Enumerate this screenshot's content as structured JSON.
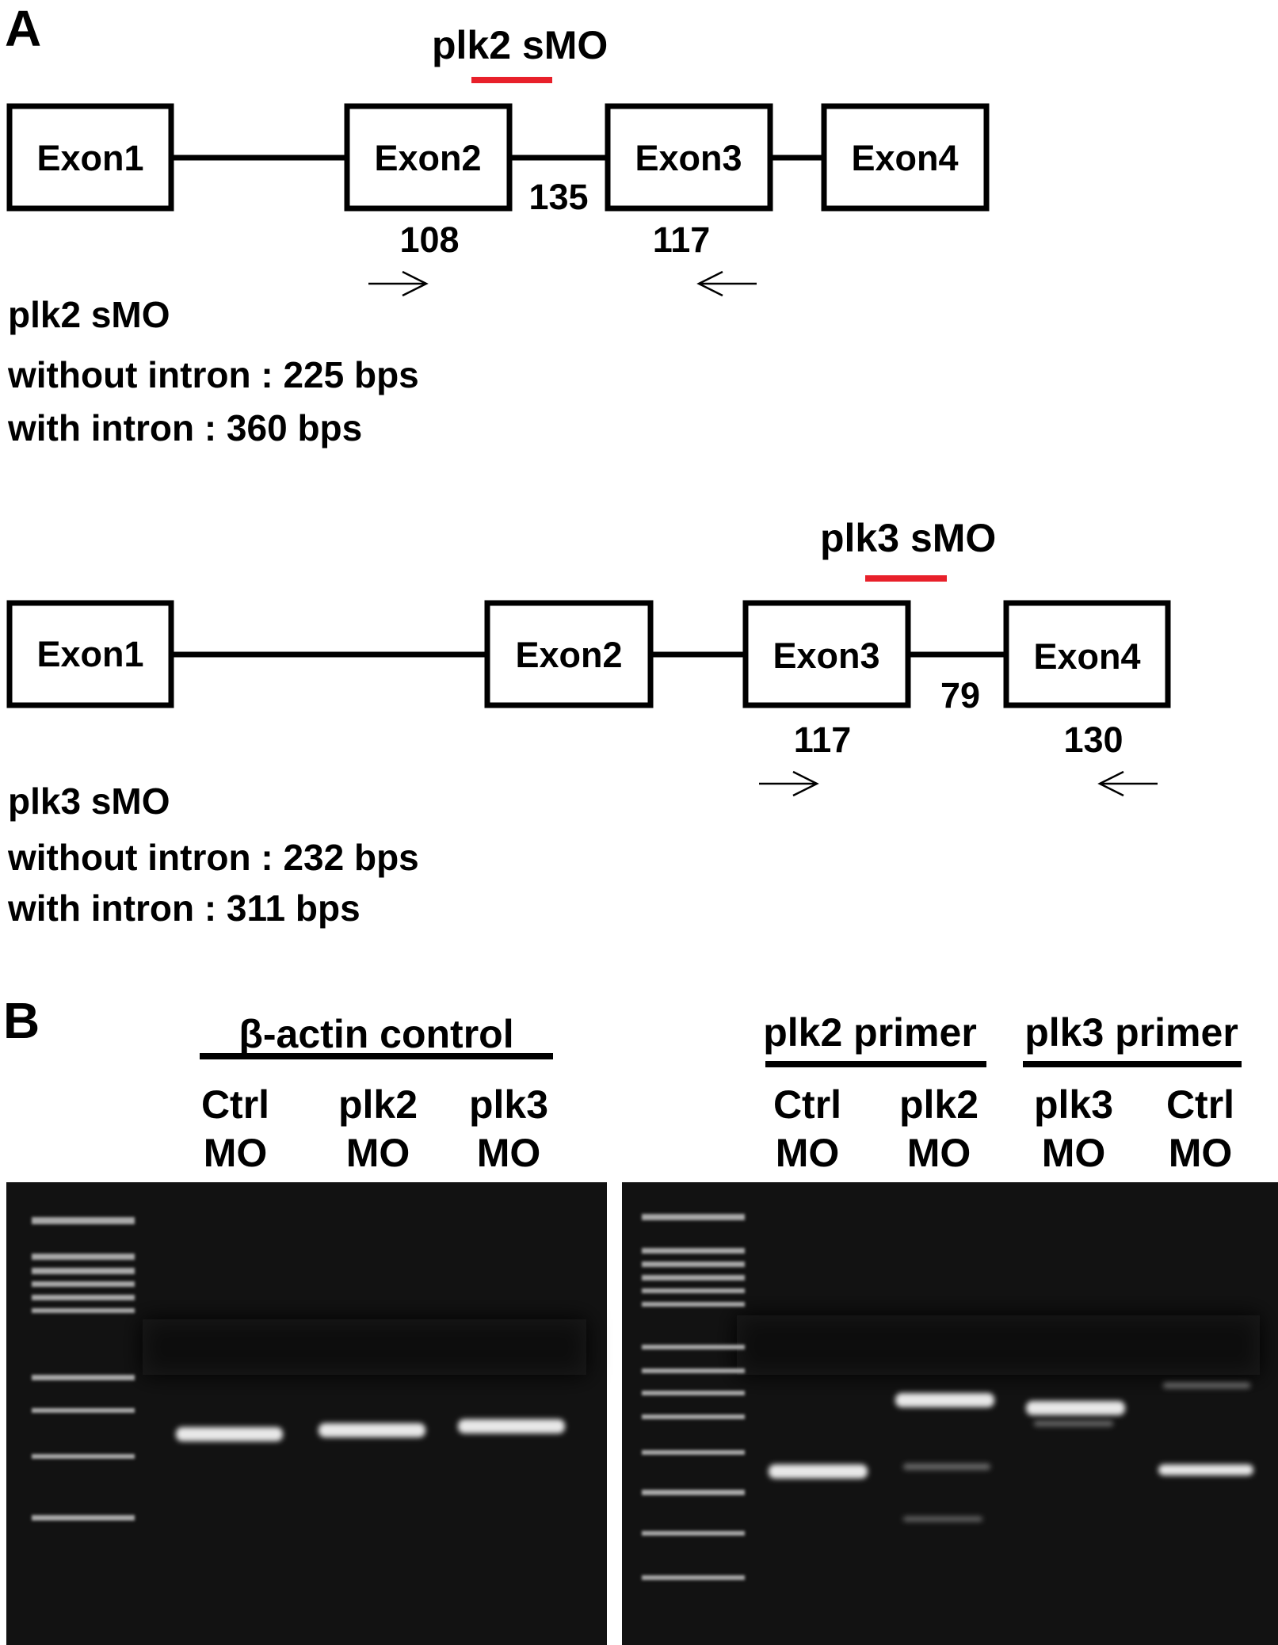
{
  "panel_a": {
    "letter": "A",
    "plk2": {
      "mo_label": "plk2 sMO",
      "exons": [
        "Exon1",
        "Exon2",
        "Exon3",
        "Exon4"
      ],
      "sizes": {
        "exon2": "108",
        "intron": "135",
        "exon3": "117"
      },
      "caption": "plk2 sMO",
      "without_intron": "without intron : 225 bps",
      "with_intron": "with intron : 360 bps"
    },
    "plk3": {
      "mo_label": "plk3 sMO",
      "exons": [
        "Exon1",
        "Exon2",
        "Exon3",
        "Exon4"
      ],
      "sizes": {
        "exon3": "117",
        "intron": "79",
        "exon4": "130"
      },
      "caption": "plk3 sMO",
      "without_intron": "without intron : 232 bps",
      "with_intron": "with intron : 311 bps"
    }
  },
  "panel_b": {
    "letter": "B",
    "left_header": "β-actin control",
    "left_lanes": [
      {
        "top": "Ctrl",
        "bottom": "MO"
      },
      {
        "top": "plk2",
        "bottom": "MO"
      },
      {
        "top": "plk3",
        "bottom": "MO"
      }
    ],
    "right_header_1": "plk2 primer",
    "right_header_2": "plk3 primer",
    "right_lanes": [
      {
        "top": "Ctrl",
        "bottom": "MO"
      },
      {
        "top": "plk2",
        "bottom": "MO"
      },
      {
        "top": "plk3",
        "bottom": "MO"
      },
      {
        "top": "Ctrl",
        "bottom": "MO"
      }
    ]
  },
  "colors": {
    "morpholino_bar": "#e8202a",
    "gel_background": "#111111",
    "band": "#e6e6e6"
  }
}
